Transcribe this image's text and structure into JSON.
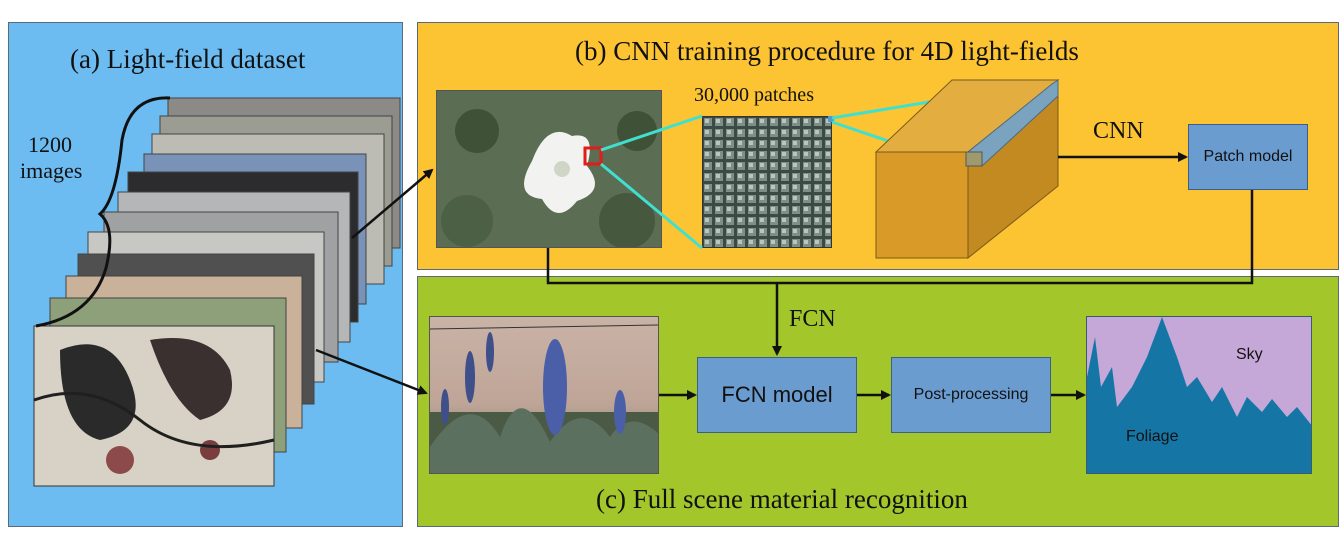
{
  "panel_a": {
    "title": "(a) Light-field dataset",
    "count_line1": "1200",
    "count_line2": "images"
  },
  "panel_b": {
    "title": "(b) CNN training procedure for 4D light-fields",
    "patches_label": "30,000 patches",
    "cnn_label": "CNN",
    "patch_model": "Patch model"
  },
  "panel_c": {
    "title": "(c) Full scene material recognition",
    "fcn_label": "FCN",
    "fcn_model": "FCN model",
    "post_processing": "Post-processing",
    "sky_label": "Sky",
    "foliage_label": "Foliage"
  },
  "colors": {
    "panel_a_bg": "#6cbcf2",
    "panel_b_bg": "#fcc332",
    "panel_c_bg": "#a3c62b",
    "box_fill": "#6b9cd0",
    "connector": "#40e0d0",
    "highlight": "#e21b1b",
    "sky_seg": "#c6a8d8",
    "foliage_seg": "#1576a6"
  }
}
